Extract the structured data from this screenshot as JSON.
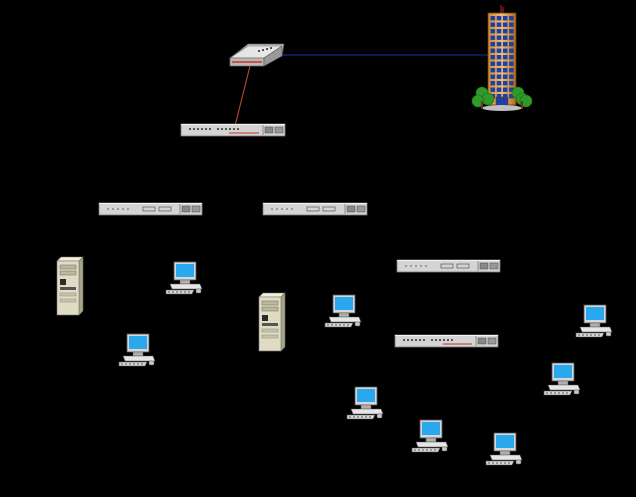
{
  "diagram": {
    "background": "#000000",
    "links": [
      {
        "from": "router",
        "to": "building",
        "color": "#1f2fa8"
      },
      {
        "from": "router",
        "to": "main-switch",
        "color": "#c0502a"
      }
    ],
    "devices": [
      {
        "id": "router",
        "kind": "router",
        "icon": "router-icon"
      },
      {
        "id": "building",
        "kind": "building",
        "icon": "office-building-icon"
      },
      {
        "id": "main-switch",
        "kind": "switch",
        "icon": "switch-icon"
      },
      {
        "id": "switch-left",
        "kind": "switch",
        "icon": "switch-icon"
      },
      {
        "id": "switch-middle",
        "kind": "switch",
        "icon": "switch-icon"
      },
      {
        "id": "switch-right-upper",
        "kind": "switch",
        "icon": "switch-icon"
      },
      {
        "id": "switch-right-lower",
        "kind": "switch",
        "icon": "switch-icon"
      },
      {
        "id": "server-left",
        "kind": "server",
        "icon": "server-tower-icon"
      },
      {
        "id": "server-middle",
        "kind": "server",
        "icon": "server-tower-icon"
      },
      {
        "id": "pc-1",
        "kind": "pc",
        "icon": "desktop-computer-icon"
      },
      {
        "id": "pc-2",
        "kind": "pc",
        "icon": "desktop-computer-icon"
      },
      {
        "id": "pc-3",
        "kind": "pc",
        "icon": "desktop-computer-icon"
      },
      {
        "id": "pc-4",
        "kind": "pc",
        "icon": "desktop-computer-icon"
      },
      {
        "id": "pc-5",
        "kind": "pc",
        "icon": "desktop-computer-icon"
      },
      {
        "id": "pc-6",
        "kind": "pc",
        "icon": "desktop-computer-icon"
      },
      {
        "id": "pc-7",
        "kind": "pc",
        "icon": "desktop-computer-icon"
      },
      {
        "id": "pc-8",
        "kind": "pc",
        "icon": "desktop-computer-icon"
      },
      {
        "id": "pc-9",
        "kind": "pc",
        "icon": "desktop-computer-icon"
      }
    ]
  }
}
